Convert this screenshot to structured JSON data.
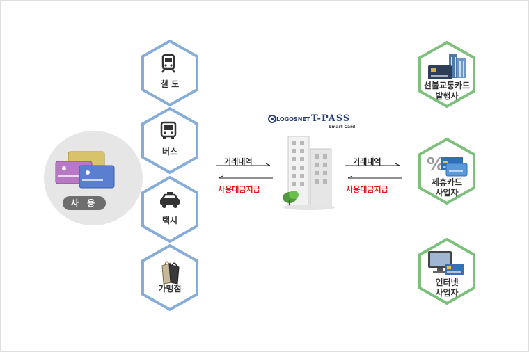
{
  "user": {
    "label": "사 용"
  },
  "left_nodes": [
    {
      "label": "철 도",
      "icon": "train-icon"
    },
    {
      "label": "버스",
      "icon": "bus-icon"
    },
    {
      "label": "택시",
      "icon": "taxi-icon"
    },
    {
      "label": "가맹점",
      "icon": "shopping-bag-icon"
    }
  ],
  "right_nodes": [
    {
      "label": "선불교통카드\n발행사",
      "icon": "card-issuer-building-icon"
    },
    {
      "label": "제휴카드\n사업자",
      "icon": "partner-card-icon"
    },
    {
      "label": "인터넷\n사업자",
      "icon": "computer-card-icon"
    }
  ],
  "center": {
    "logo_logosnet": "LOGOSNET",
    "logo_tpass": "T-PASS",
    "logo_tpass_sub": "Smart Card"
  },
  "flows": {
    "left_top": "거래내역",
    "left_bottom": "사용대금지급",
    "right_top": "거래내역",
    "right_bottom": "사용대금지급"
  },
  "colors": {
    "left_hex": "#86acd8",
    "right_hex": "#7cc07c",
    "highlight_red": "#e01a1a"
  }
}
